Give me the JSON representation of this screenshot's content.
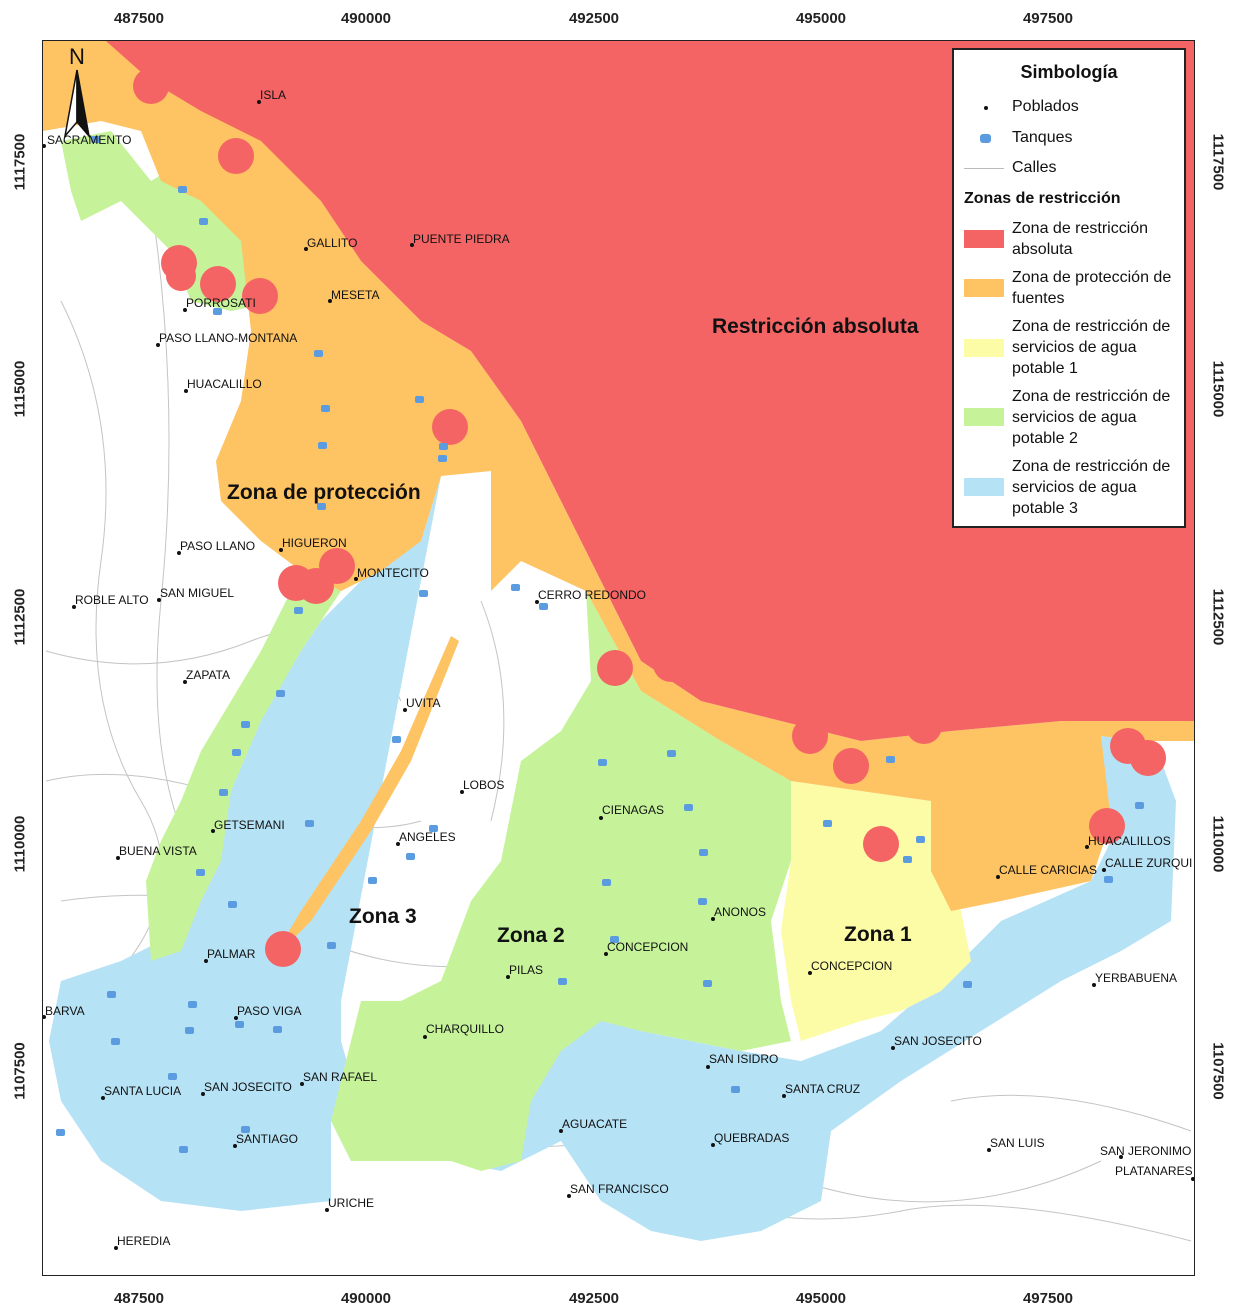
{
  "coords": {
    "x_labels": [
      "487500",
      "490000",
      "492500",
      "495000",
      "497500"
    ],
    "y_labels": [
      "1117500",
      "1115000",
      "1112500",
      "1110000",
      "1107500"
    ]
  },
  "north_arrow": {
    "letter": "N"
  },
  "zone_labels": {
    "absoluta": "Restricción absoluta",
    "proteccion": "Zona de protección",
    "zona1": "Zona 1",
    "zona2": "Zona 2",
    "zona3": "Zona 3"
  },
  "legend": {
    "title": "Simbología",
    "poblados": "Poblados",
    "tanques": "Tanques",
    "calles": "Calles",
    "subtitle": "Zonas de restricción",
    "zones": [
      {
        "label": "Zona de restricción absoluta",
        "color": "#f46464"
      },
      {
        "label": "Zona de protección de fuentes",
        "color": "#fec362"
      },
      {
        "label": "Zona de restricción de servicios de agua potable 1",
        "color": "#fcfba6"
      },
      {
        "label": "Zona de restricción de servicios de agua potable 2",
        "color": "#c6f39a"
      },
      {
        "label": "Zona de restricción de servicios de agua potable 3",
        "color": "#b6e2f5"
      }
    ]
  },
  "colors": {
    "absoluta": "#f46464",
    "proteccion": "#fec362",
    "zona1": "#fcfba6",
    "zona2": "#c6f39a",
    "zona3": "#b6e2f5",
    "tank": "#5b9be0",
    "streets": "#b8b8b8"
  },
  "towns": [
    "ISLA",
    "SACRAMENTO",
    "GALLITO",
    "PUENTE PIEDRA",
    "MESETA",
    "PORROSATI",
    "PASO LLANO-MONTANA",
    "HUACALILLO",
    "PASO LLANO",
    "HIGUERON",
    "MONTECITO",
    "ROBLE ALTO",
    "SAN MIGUEL",
    "CERRO REDONDO",
    "ZAPATA",
    "UVITA",
    "LOBOS",
    "CIENAGAS",
    "GETSEMANI",
    "ANGELES",
    "BUENA VISTA",
    "HUACALILLOS",
    "CALLE CARICIAS",
    "CALLE ZURQUI",
    "ANONOS",
    "PALMAR",
    "CONCEPCION",
    "PILAS",
    "CONCEPCION",
    "YERBABUENA",
    "BARVA",
    "PASO VIGA",
    "CHARQUILLO",
    "SAN JOSECITO",
    "SAN ISIDRO",
    "SAN RAFAEL",
    "SANTA LUCIA",
    "SAN JOSECITO",
    "SANTA CRUZ",
    "AGUACATE",
    "SANTIAGO",
    "QUEBRADAS",
    "SAN LUIS",
    "SAN JERONIMO",
    "PLATANARES",
    "SAN FRANCISCO",
    "URICHE",
    "HEREDIA"
  ]
}
